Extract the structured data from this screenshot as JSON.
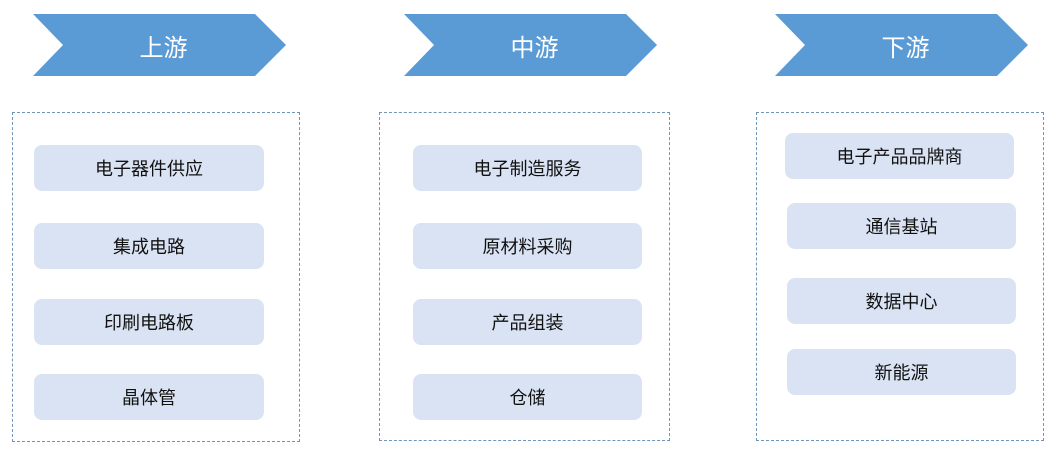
{
  "colors": {
    "chevron_fill": "#5b9bd5",
    "chevron_text": "#ffffff",
    "item_fill": "#dae3f3",
    "item_text": "#111111",
    "dashed_border": "#6f96b8"
  },
  "stages": [
    {
      "title": "上游",
      "items": [
        "电子器件供应",
        "集成电路",
        "印刷电路板",
        "晶体管"
      ]
    },
    {
      "title": "中游",
      "items": [
        "电子制造服务",
        "原材料采购",
        "产品组装",
        "仓储"
      ]
    },
    {
      "title": "下游",
      "items": [
        "电子产品品牌商",
        "通信基站",
        "数据中心",
        "新能源"
      ]
    }
  ]
}
